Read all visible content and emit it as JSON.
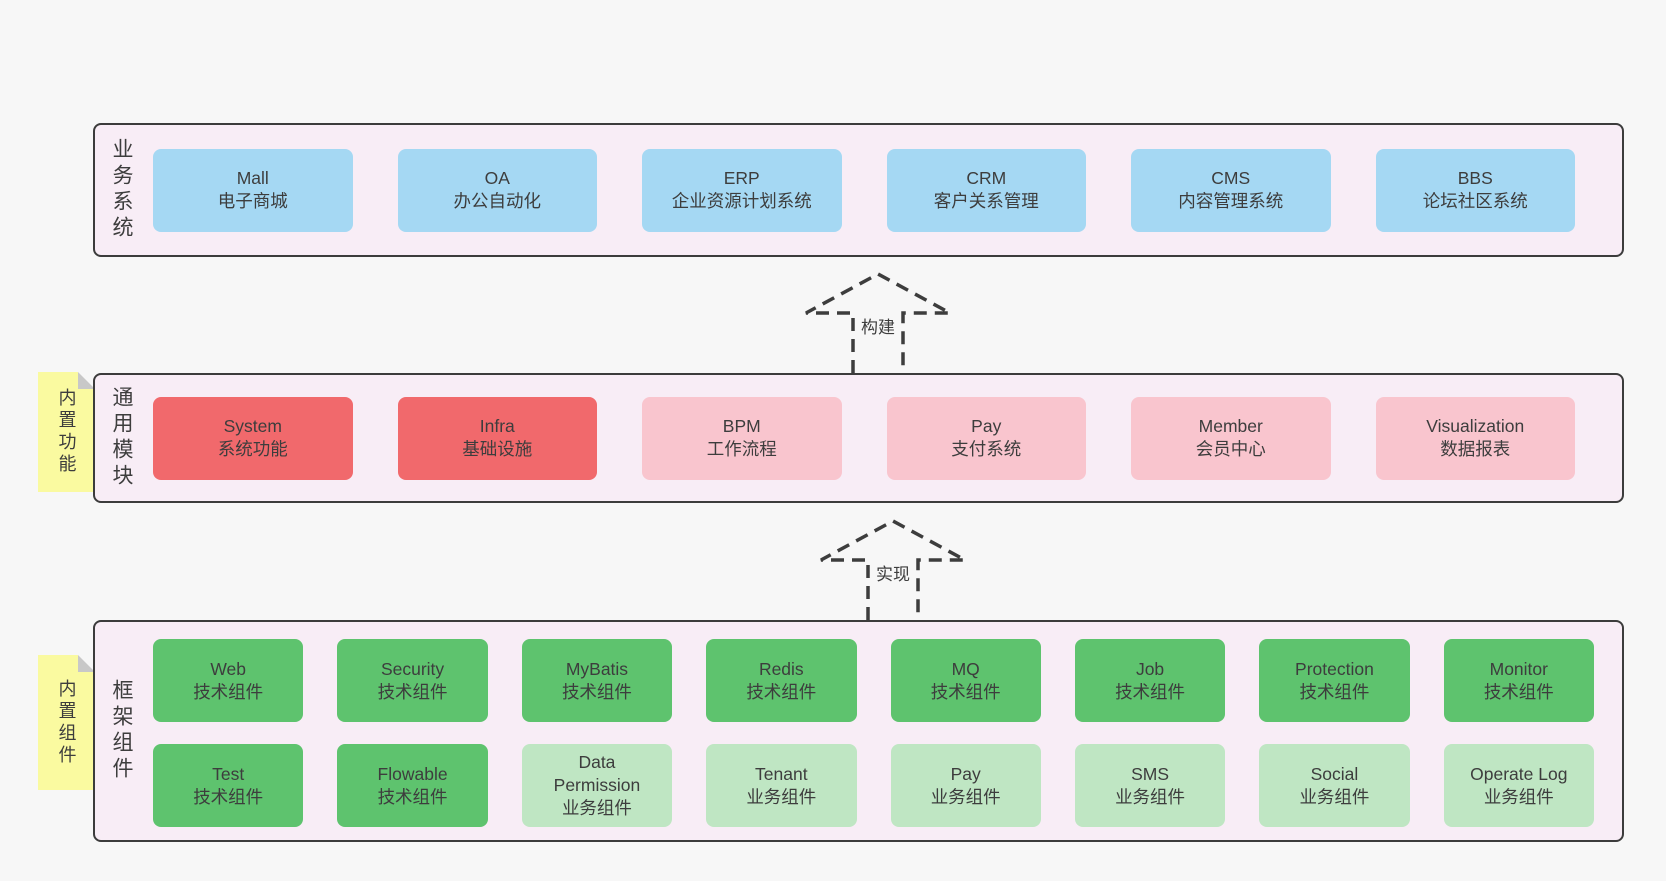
{
  "colors": {
    "page_bg": "#f7f7f7",
    "panel_bg": "#f8edf6",
    "panel_border": "#3c3c3c",
    "blue": "#a5d8f3",
    "red": "#f1696c",
    "pink": "#f9c5ce",
    "green": "#5ec36e",
    "green_light": "#bfe6c3",
    "yellow": "#fafaa0",
    "fold": "#c8c8c8",
    "text": "#3d3d3d",
    "arrow": "#3d3d3d"
  },
  "arrows": [
    {
      "label": "构建"
    },
    {
      "label": "实现"
    }
  ],
  "layers": [
    {
      "id": "business",
      "label": "业务系统",
      "note": null,
      "boxes": [
        {
          "name": "Mall",
          "subtitle": "电子商城",
          "variant": "blue"
        },
        {
          "name": "OA",
          "subtitle": "办公自动化",
          "variant": "blue"
        },
        {
          "name": "ERP",
          "subtitle": "企业资源计划系统",
          "variant": "blue"
        },
        {
          "name": "CRM",
          "subtitle": "客户关系管理",
          "variant": "blue"
        },
        {
          "name": "CMS",
          "subtitle": "内容管理系统",
          "variant": "blue"
        },
        {
          "name": "BBS",
          "subtitle": "论坛社区系统",
          "variant": "blue"
        }
      ]
    },
    {
      "id": "modules",
      "label": "通用模块",
      "note": "内置功能",
      "boxes": [
        {
          "name": "System",
          "subtitle": "系统功能",
          "variant": "red"
        },
        {
          "name": "Infra",
          "subtitle": "基础设施",
          "variant": "red"
        },
        {
          "name": "BPM",
          "subtitle": "工作流程",
          "variant": "pink"
        },
        {
          "name": "Pay",
          "subtitle": "支付系统",
          "variant": "pink"
        },
        {
          "name": "Member",
          "subtitle": "会员中心",
          "variant": "pink"
        },
        {
          "name": "Visualization",
          "subtitle": "数据报表",
          "variant": "pink"
        }
      ]
    },
    {
      "id": "components",
      "label": "框架组件",
      "note": "内置组件",
      "rows": [
        [
          {
            "name": "Web",
            "subtitle": "技术组件",
            "variant": "green"
          },
          {
            "name": "Security",
            "subtitle": "技术组件",
            "variant": "green"
          },
          {
            "name": "MyBatis",
            "subtitle": "技术组件",
            "variant": "green"
          },
          {
            "name": "Redis",
            "subtitle": "技术组件",
            "variant": "green"
          },
          {
            "name": "MQ",
            "subtitle": "技术组件",
            "variant": "green"
          },
          {
            "name": "Job",
            "subtitle": "技术组件",
            "variant": "green"
          },
          {
            "name": "Protection",
            "subtitle": "技术组件",
            "variant": "green"
          },
          {
            "name": "Monitor",
            "subtitle": "技术组件",
            "variant": "green"
          }
        ],
        [
          {
            "name": "Test",
            "subtitle": "技术组件",
            "variant": "green"
          },
          {
            "name": "Flowable",
            "subtitle": "技术组件",
            "variant": "green"
          },
          {
            "name": "Data Permission",
            "subtitle": "业务组件",
            "variant": "green-light"
          },
          {
            "name": "Tenant",
            "subtitle": "业务组件",
            "variant": "green-light"
          },
          {
            "name": "Pay",
            "subtitle": "业务组件",
            "variant": "green-light"
          },
          {
            "name": "SMS",
            "subtitle": "业务组件",
            "variant": "green-light"
          },
          {
            "name": "Social",
            "subtitle": "业务组件",
            "variant": "green-light"
          },
          {
            "name": "Operate Log",
            "subtitle": "业务组件",
            "variant": "green-light"
          }
        ]
      ]
    }
  ]
}
